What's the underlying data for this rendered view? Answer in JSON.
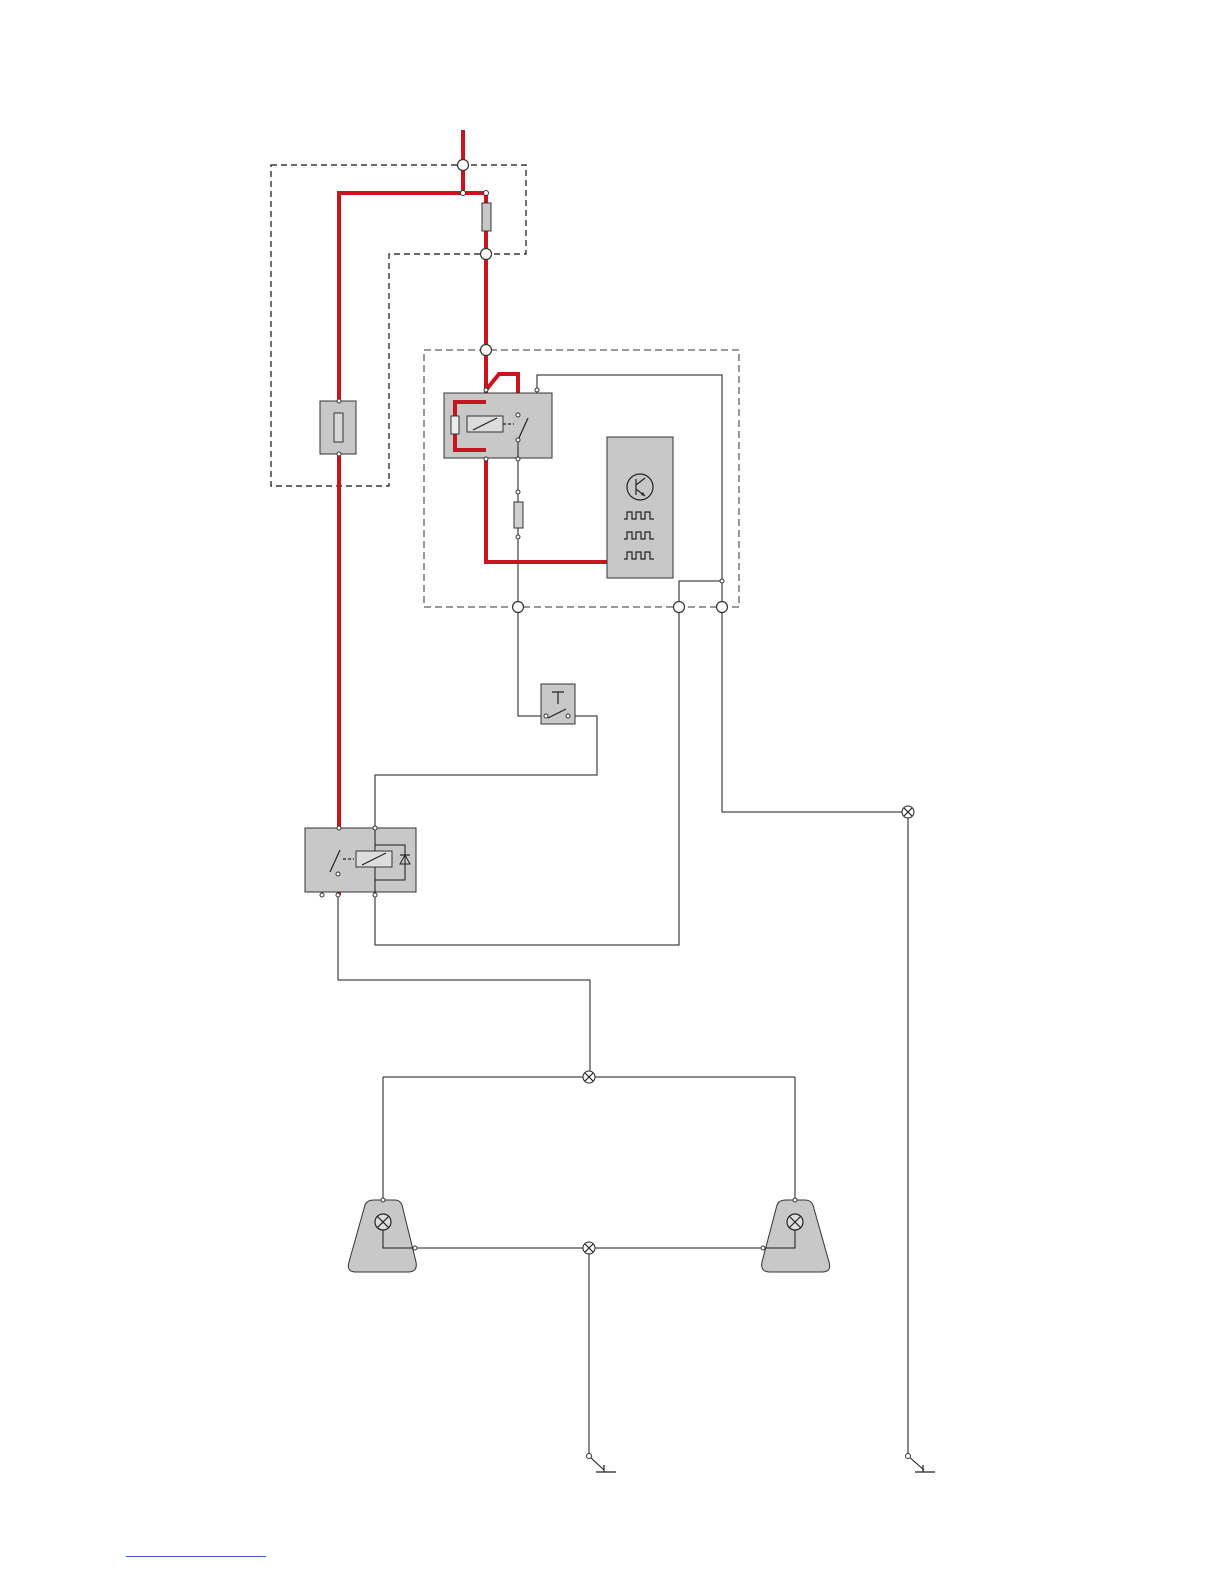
{
  "diagram": {
    "kind": "wiring-schematic",
    "colors": {
      "live_wire": "#c8141e",
      "signal_wire": "#1a1a1a",
      "component_fill": "#c8c8c8",
      "fuse_box_border": "#111111",
      "module_border": "#999999"
    },
    "components": [
      {
        "id": "fusebox",
        "icon": "fuse-icon"
      },
      {
        "id": "control-module",
        "icon": "relay-icon"
      },
      {
        "id": "electronic-unit",
        "icon": "transistor-icon"
      },
      {
        "id": "push-switch",
        "icon": "switch-icon"
      },
      {
        "id": "relay-with-diode",
        "icon": "diode-icon"
      },
      {
        "id": "lamp-left",
        "icon": "lamp-icon"
      },
      {
        "id": "lamp-right",
        "icon": "lamp-icon"
      },
      {
        "id": "ground-left",
        "icon": "ground-icon"
      },
      {
        "id": "ground-right",
        "icon": "ground-icon"
      }
    ]
  }
}
